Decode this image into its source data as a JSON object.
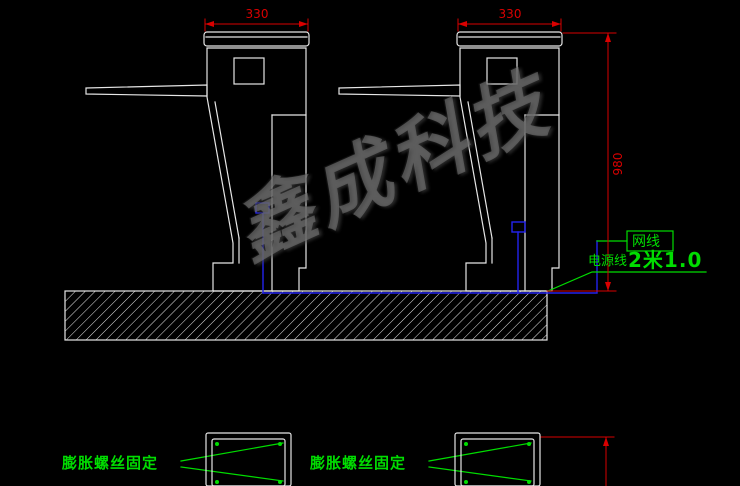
{
  "title": "turnstile-gate-installation-cad-drawing",
  "watermark": {
    "text": "鑫成科技"
  },
  "dimensions": {
    "left_width": "330",
    "right_width": "330",
    "height": "980"
  },
  "labels": {
    "network_cable": "网线",
    "power_cable_prefix": "电源线",
    "power_cable_size": "2米1.0",
    "screw_left": "膨胀螺丝固定",
    "screw_right": "膨胀螺丝固定"
  },
  "colors": {
    "background": "#000000",
    "drawing_lines": "#e6e6e6",
    "dimension_red": "#d90000",
    "annotation_green": "#00dd00",
    "cable_blue": "#2222ee",
    "watermark_gray": "#878787"
  }
}
